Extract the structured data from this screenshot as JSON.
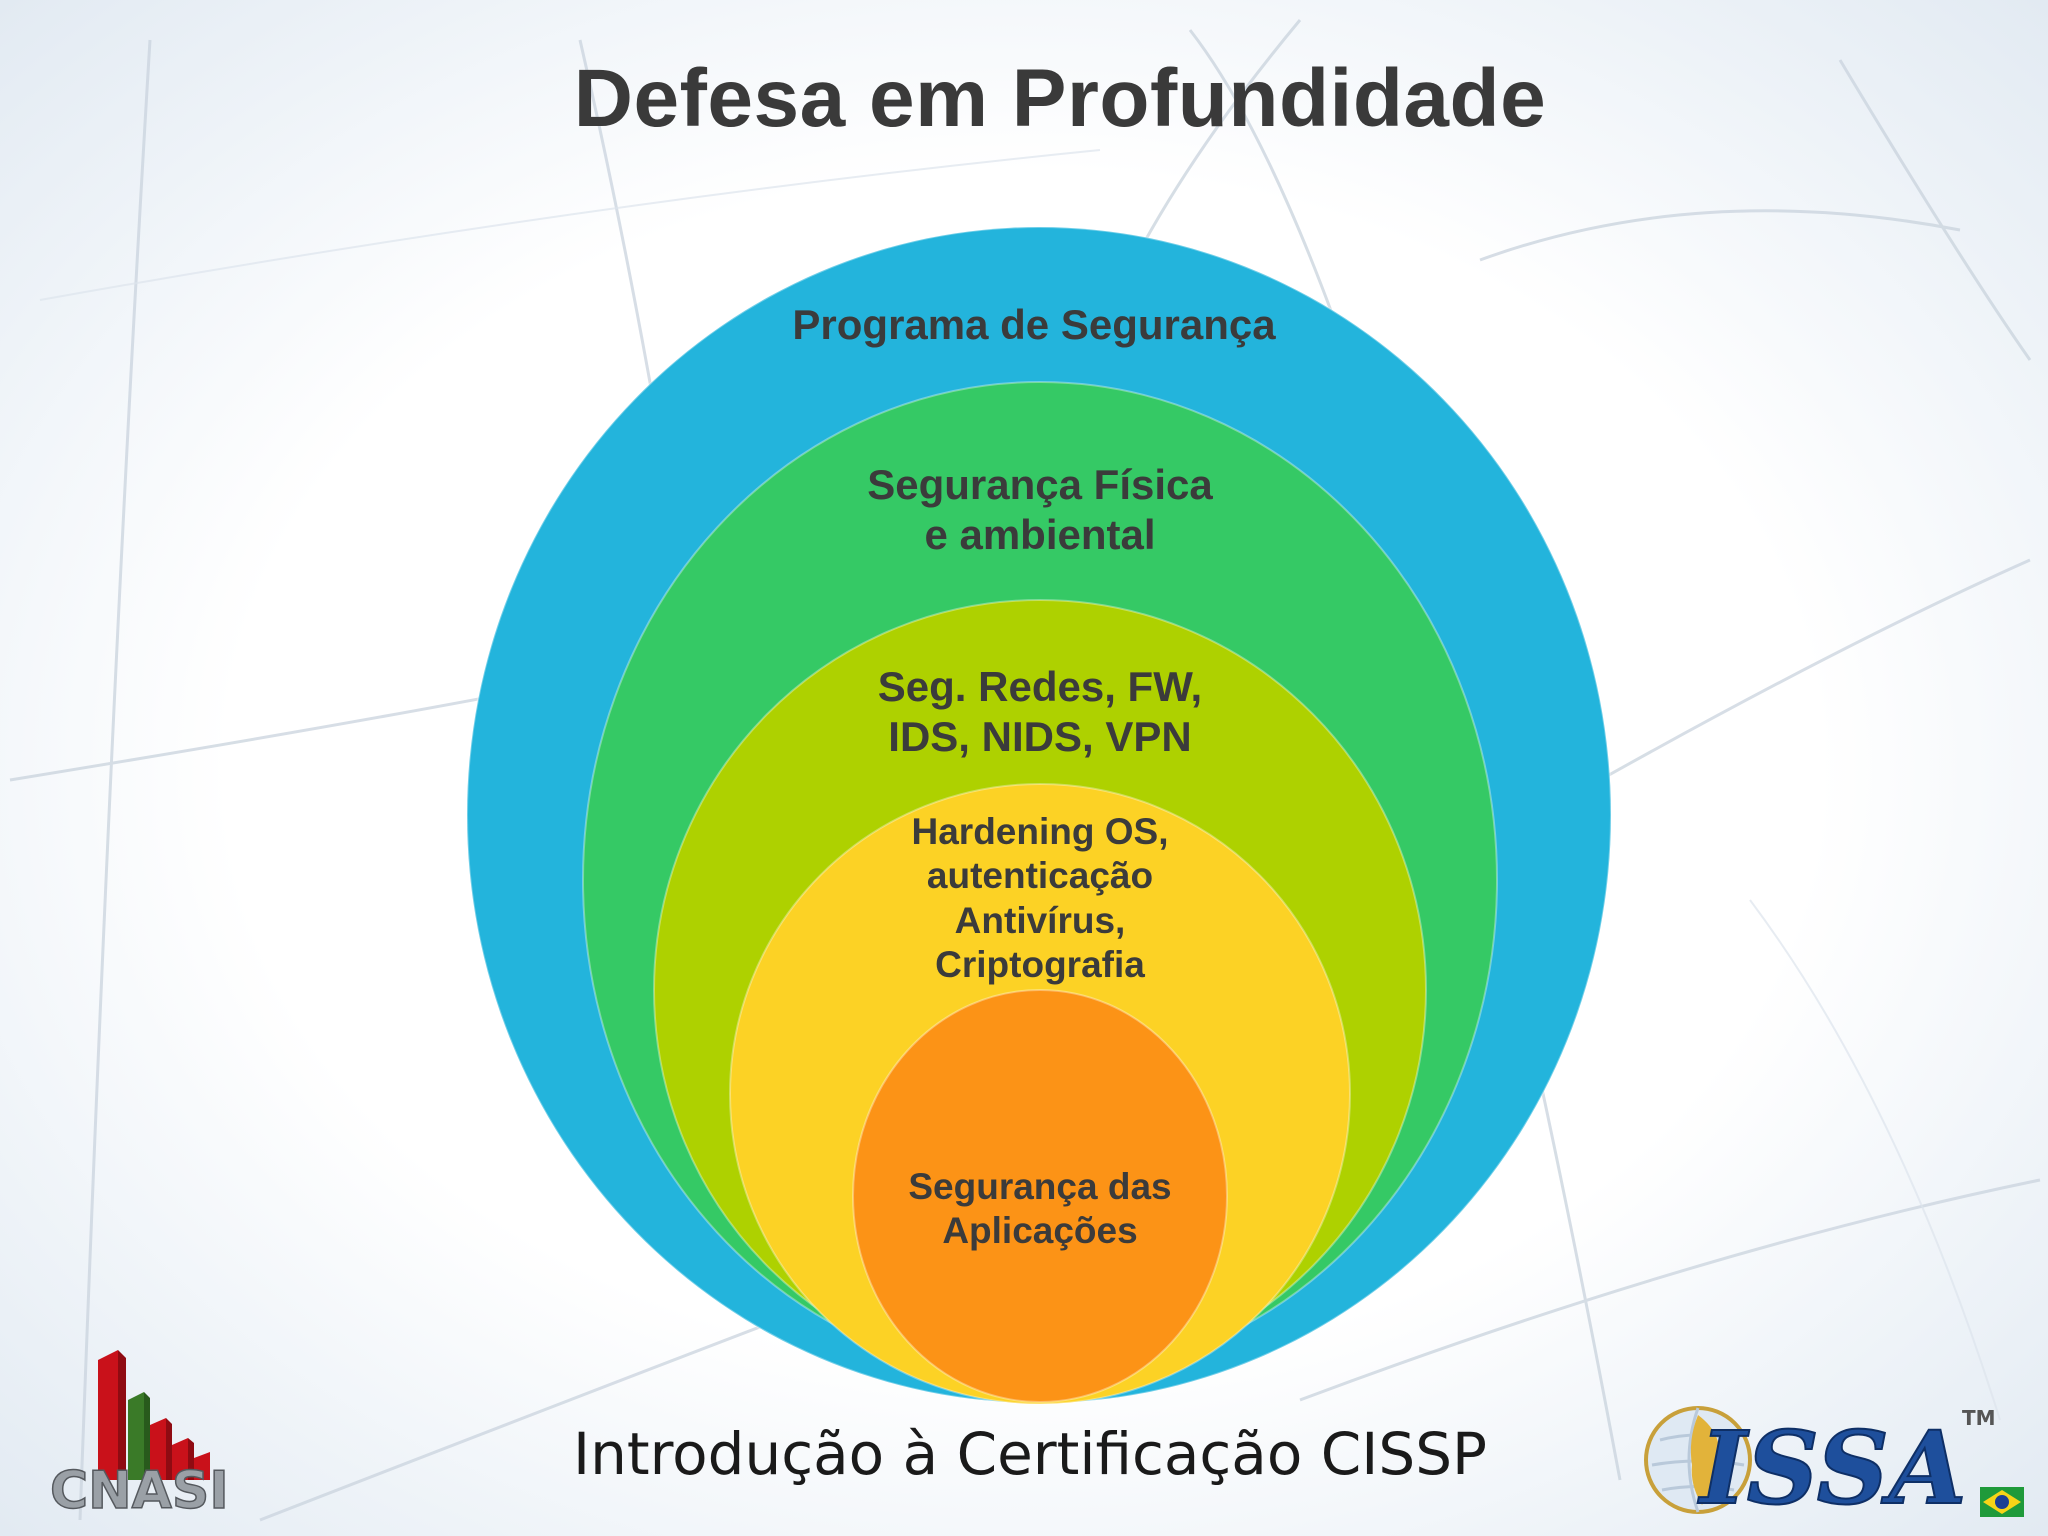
{
  "title": "Defesa em Profundidade",
  "footer": "Introdução à Certificação CISSP",
  "layers": [
    {
      "id": "programa",
      "label": "Programa de Segurança",
      "color": "#23b4dc"
    },
    {
      "id": "fisica",
      "label": "Segurança Física\ne ambiental",
      "color": "#35c965"
    },
    {
      "id": "redes",
      "label": "Seg. Redes, FW,\nIDS, NIDS, VPN",
      "color": "#aed100"
    },
    {
      "id": "host",
      "label": "Hardening OS,\nautenticação\nAntivírus,\nCriptografia",
      "color": "#fcd225"
    },
    {
      "id": "aplicacoes",
      "label": "Segurança das\nAplicações",
      "color": "#fc9316"
    }
  ],
  "logos": {
    "left": "CNASI",
    "right": "ISSA",
    "right_mark": "TM",
    "flag_icon": "brazil-flag-icon"
  }
}
